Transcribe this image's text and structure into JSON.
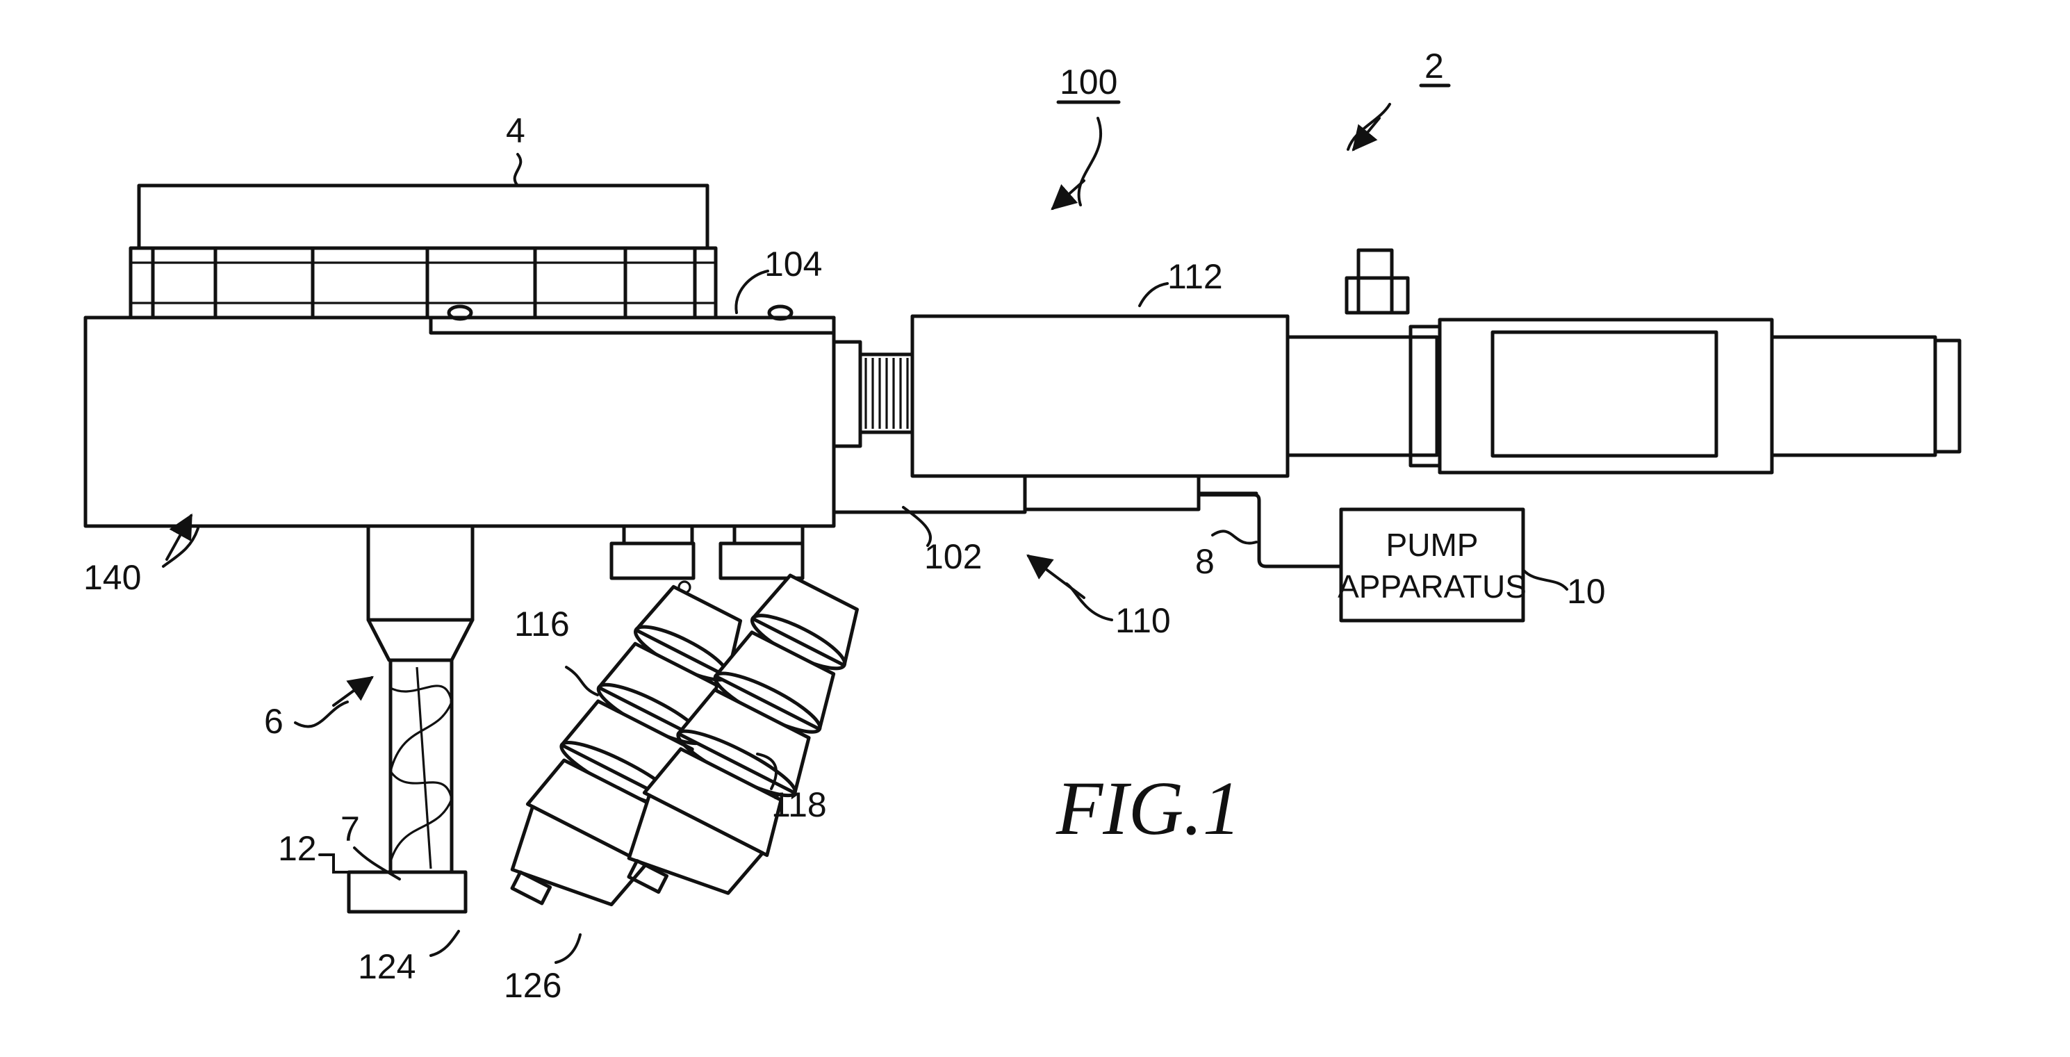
{
  "figure_caption": "FIG.1",
  "pump_box": {
    "line1": "PUMP",
    "line2": "APPARATUS"
  },
  "reference_numerals": {
    "n2": "2",
    "n4": "4",
    "n6": "6",
    "n7": "7",
    "n8": "8",
    "n10": "10",
    "n12": "12",
    "n100": "100",
    "n102": "102",
    "n104": "104",
    "n110": "110",
    "n112": "112",
    "n116": "116",
    "n118": "118",
    "n124": "124",
    "n126": "126",
    "n140": "140"
  }
}
